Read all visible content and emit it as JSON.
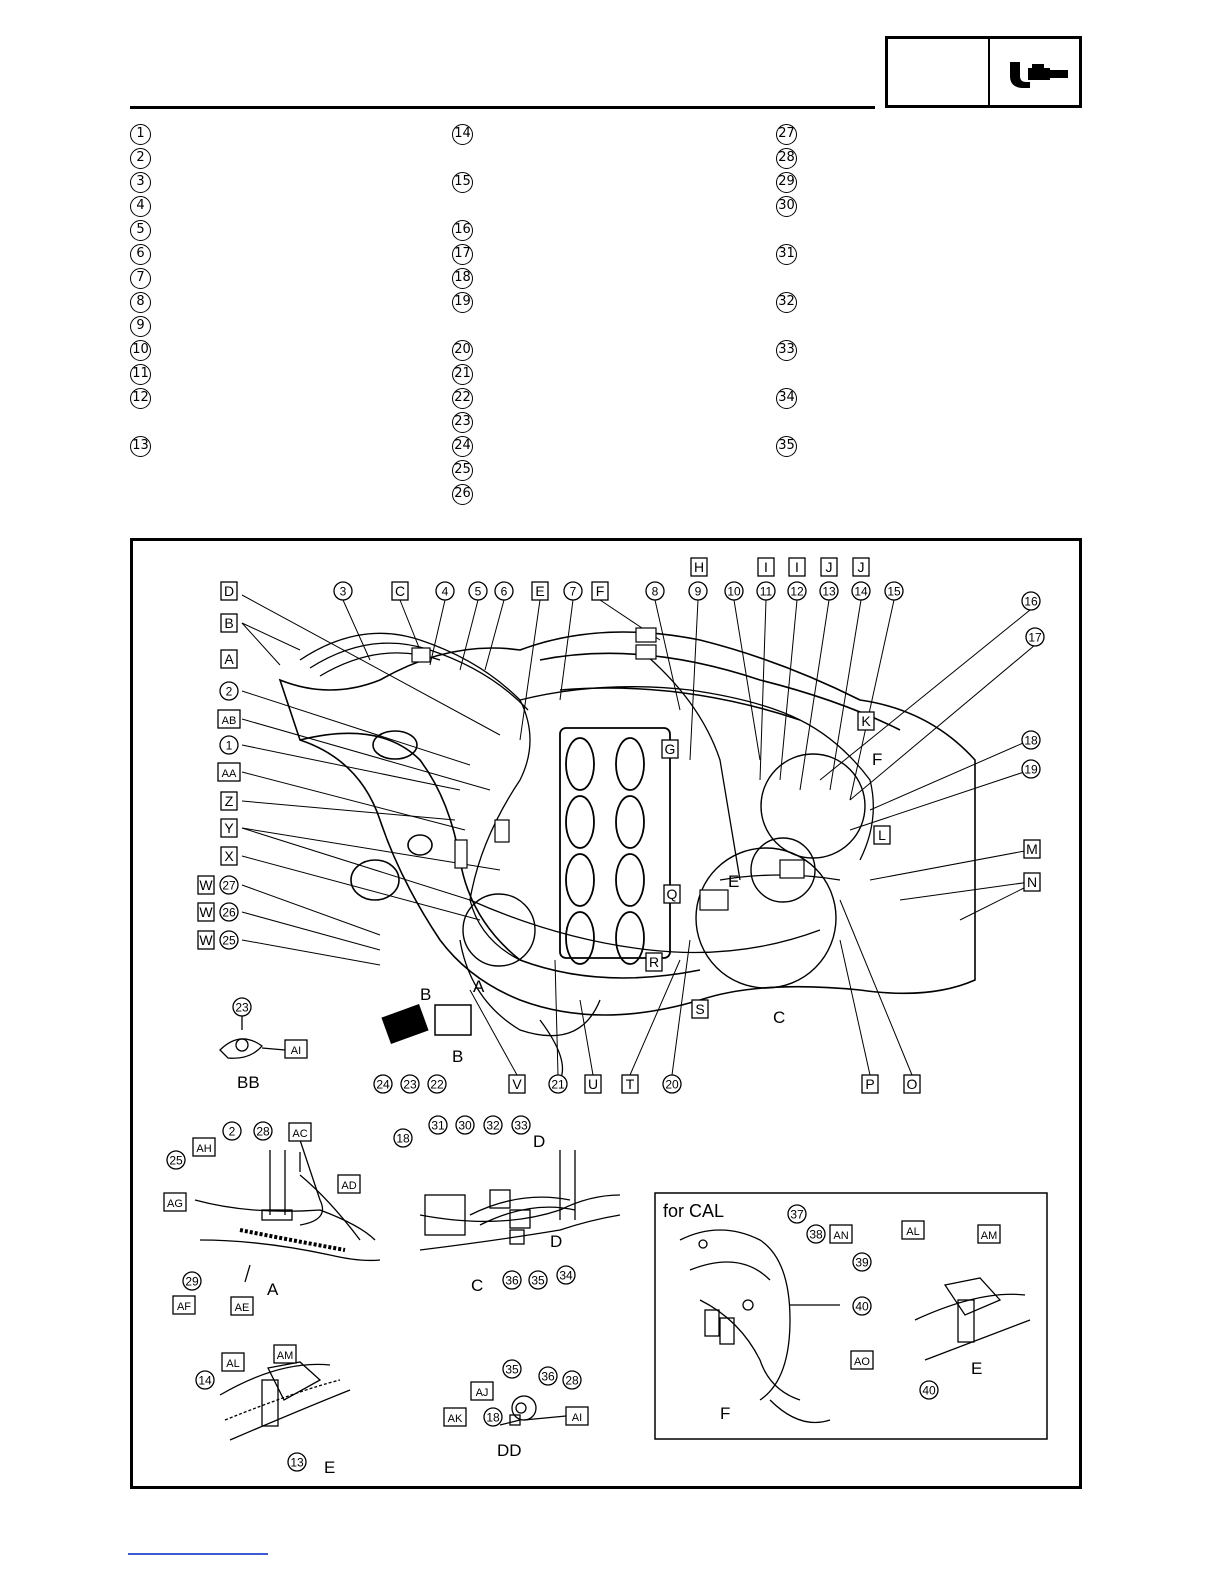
{
  "legend": {
    "col1": [
      {
        "num": "1",
        "text": ""
      },
      {
        "num": "2",
        "text": ""
      },
      {
        "num": "3",
        "text": ""
      },
      {
        "num": "4",
        "text": ""
      },
      {
        "num": "5",
        "text": ""
      },
      {
        "num": "6",
        "text": ""
      },
      {
        "num": "7",
        "text": ""
      },
      {
        "num": "8",
        "text": ""
      },
      {
        "num": "9",
        "text": ""
      },
      {
        "num": "10",
        "text": ""
      },
      {
        "num": "11",
        "text": ""
      },
      {
        "num": "12",
        "text": ""
      },
      {
        "num": "13",
        "text": ""
      }
    ],
    "col2": [
      {
        "num": "14",
        "text": ""
      },
      {
        "num": "15",
        "text": ""
      },
      {
        "num": "16",
        "text": ""
      },
      {
        "num": "17",
        "text": ""
      },
      {
        "num": "18",
        "text": ""
      },
      {
        "num": "19",
        "text": ""
      },
      {
        "num": "20",
        "text": ""
      },
      {
        "num": "21",
        "text": ""
      },
      {
        "num": "22",
        "text": ""
      },
      {
        "num": "23",
        "text": ""
      },
      {
        "num": "24",
        "text": ""
      },
      {
        "num": "25",
        "text": ""
      },
      {
        "num": "26",
        "text": ""
      }
    ],
    "col3": [
      {
        "num": "27",
        "text": ""
      },
      {
        "num": "28",
        "text": ""
      },
      {
        "num": "29",
        "text": ""
      },
      {
        "num": "30",
        "text": ""
      },
      {
        "num": "31",
        "text": ""
      },
      {
        "num": "32",
        "text": ""
      },
      {
        "num": "33",
        "text": ""
      },
      {
        "num": "34",
        "text": ""
      },
      {
        "num": "35",
        "text": ""
      }
    ]
  },
  "diagram": {
    "top_boxed_labels": [
      "D",
      "C",
      "E",
      "F",
      "H",
      "I",
      "I",
      "J",
      "J"
    ],
    "top_numbers": [
      "3",
      "4",
      "5",
      "6",
      "7",
      "8",
      "9",
      "10",
      "11",
      "12",
      "13",
      "14",
      "15"
    ],
    "left_boxed_labels": [
      "B",
      "A",
      "AB",
      "AA",
      "Z",
      "Y",
      "X",
      "W",
      "W",
      "W"
    ],
    "left_numbers": [
      "2",
      "1",
      "27",
      "26",
      "25"
    ],
    "right_numbers": [
      "16",
      "17",
      "18",
      "19"
    ],
    "right_boxed_labels": [
      "K",
      "L",
      "M",
      "N"
    ],
    "inner_boxed_labels": [
      "G",
      "Q",
      "R",
      "S"
    ],
    "inner_letters": [
      "F",
      "E",
      "A",
      "B",
      "B",
      "C"
    ],
    "bottom_numbers": [
      "24",
      "23",
      "22",
      "21",
      "20"
    ],
    "bottom_boxed_labels": [
      "V",
      "U",
      "T",
      "P",
      "O"
    ],
    "detail_bb": {
      "number": "23",
      "box": "AI",
      "caption": "BB"
    },
    "detail_a": {
      "numbers": [
        "2",
        "28",
        "25",
        "29"
      ],
      "boxes": [
        "AH",
        "AC",
        "AD",
        "AG",
        "AF",
        "AE"
      ],
      "caption": "A"
    },
    "detail_c": {
      "numbers": [
        "18",
        "31",
        "30",
        "32",
        "33",
        "36",
        "35",
        "34"
      ],
      "letters": [
        "D",
        "D"
      ],
      "caption": "C"
    },
    "detail_e_left": {
      "numbers": [
        "14",
        "13"
      ],
      "boxes": [
        "AL",
        "AM"
      ],
      "caption": "E"
    },
    "detail_dd": {
      "numbers": [
        "35",
        "36",
        "28",
        "18"
      ],
      "boxes": [
        "AJ",
        "AK",
        "AI"
      ],
      "caption": "DD"
    },
    "detail_f": {
      "title": "for CAL",
      "numbers": [
        "37",
        "38",
        "39",
        "40"
      ],
      "boxes": [
        "AN",
        "AO"
      ],
      "caption": "F"
    },
    "detail_e_right": {
      "numbers": [
        "40"
      ],
      "boxes": [
        "AL",
        "AM"
      ],
      "caption": "E"
    }
  }
}
